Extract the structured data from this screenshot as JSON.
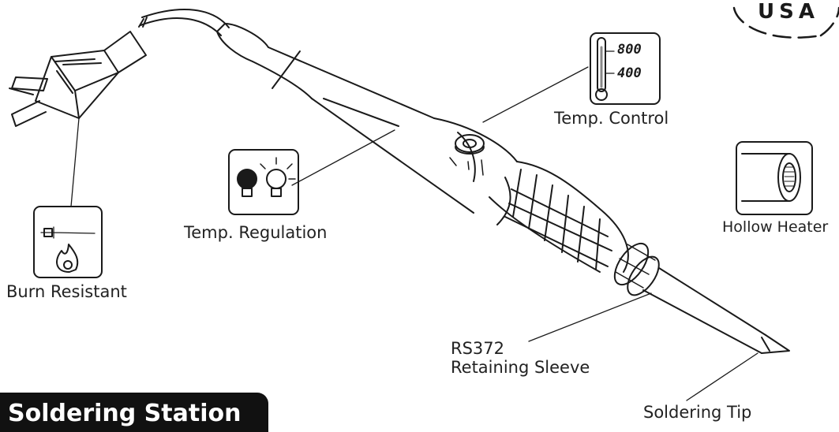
{
  "labels": {
    "burn_resistant": "Burn Resistant",
    "temp_regulation": "Temp. Regulation",
    "temp_control": "Temp. Control",
    "hollow_heater": "Hollow Heater",
    "sleeve_model": "RS372",
    "sleeve_name": "Retaining Sleeve",
    "soldering_tip": "Soldering Tip"
  },
  "badge": {
    "title": "Soldering Station"
  },
  "seal": {
    "text": "USA"
  },
  "temp_scale": {
    "high": "800",
    "low": "400"
  },
  "colors": {
    "line": "#1a1a1a",
    "badge_bg": "#111111",
    "badge_text": "#ffffff"
  },
  "icons": [
    "plug-icon",
    "thermometer-icon",
    "bulbs-icon",
    "flame-icon",
    "heater-tube-icon"
  ]
}
